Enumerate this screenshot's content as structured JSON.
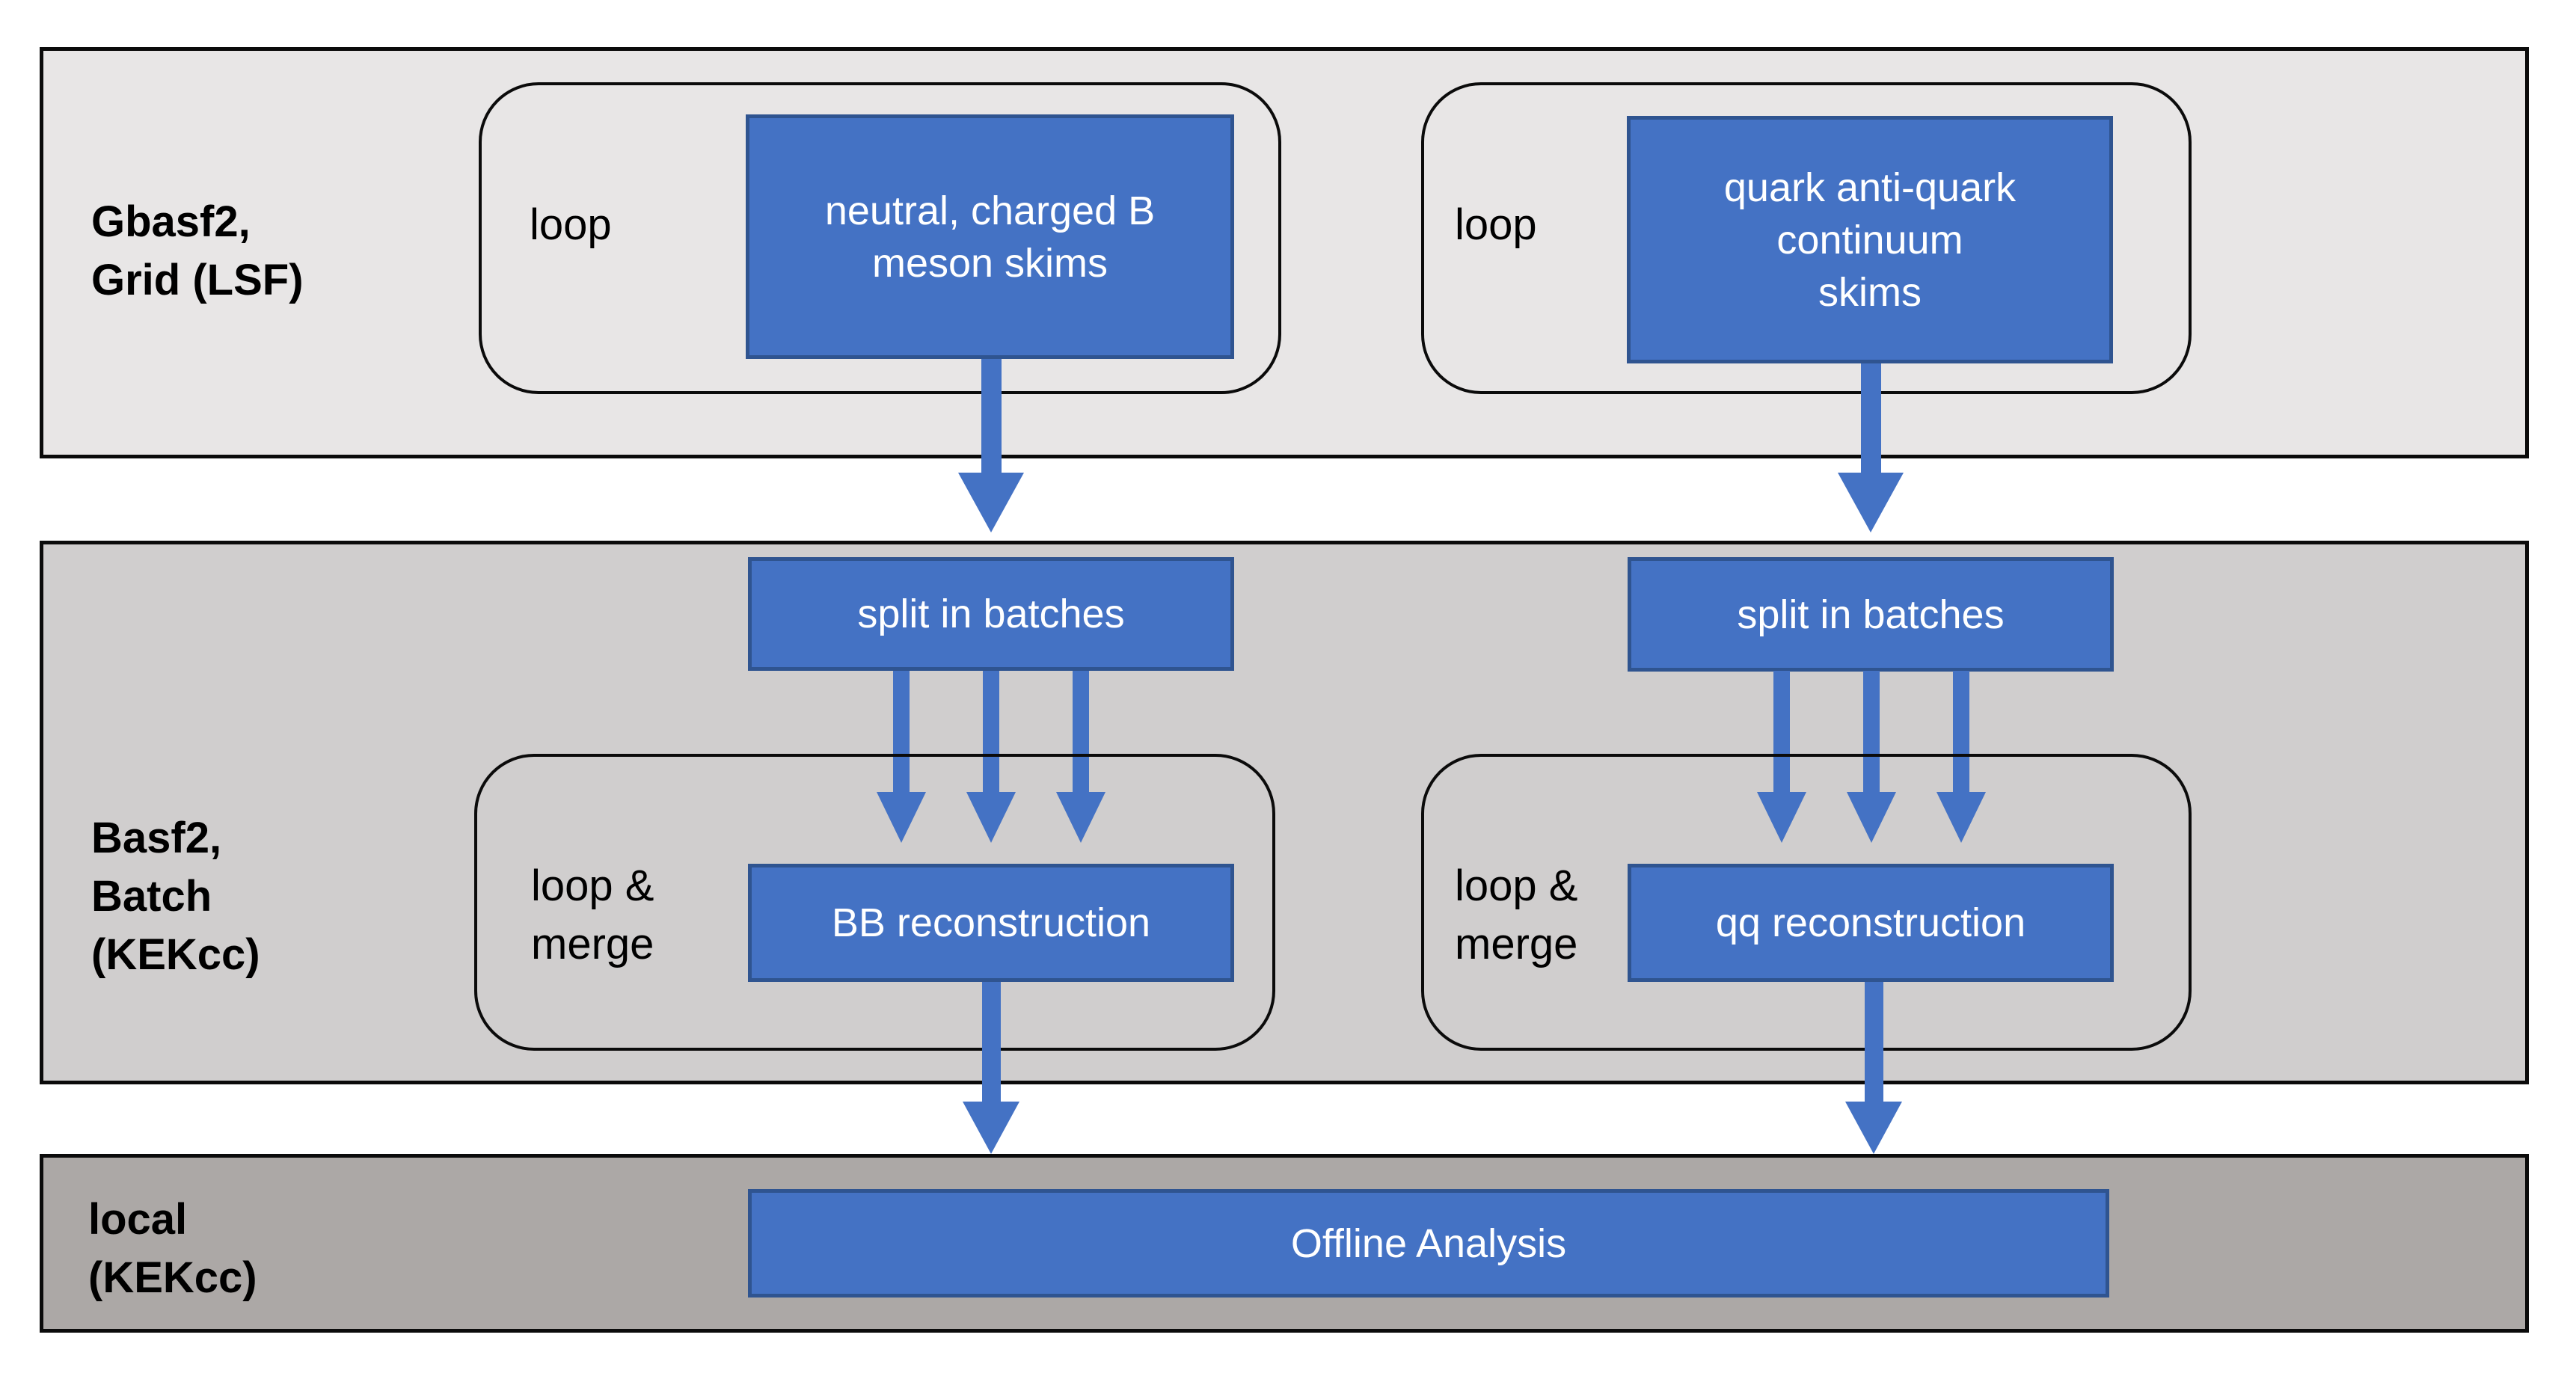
{
  "colors": {
    "box_fill": "#4472C4",
    "box_border": "#2F5490",
    "band_top_fill": "#E8E6E6",
    "band_middle_fill": "#D0CECE",
    "band_bottom_fill": "#ACA8A6",
    "band_border": "#0B0B0B",
    "arrow": "#4472C4",
    "text_dark": "#000000",
    "text_light": "#FFFFFF"
  },
  "bands": {
    "grid": {
      "label": "Gbasf2,\nGrid (LSF)"
    },
    "batch": {
      "label": "Basf2,\nBatch\n(KEKcc)"
    },
    "local": {
      "label": "local\n(KEKcc)"
    }
  },
  "grid_row": {
    "left": {
      "loop_label": "loop",
      "box_label": "neutral, charged B\nmeson skims"
    },
    "right": {
      "loop_label": "loop",
      "box_label": "quark anti-quark\ncontinuum\nskims"
    }
  },
  "batch_row": {
    "left": {
      "split_label": "split in batches",
      "loop_label": "loop &\nmerge",
      "recon_label": "BB reconstruction"
    },
    "right": {
      "split_label": "split in batches",
      "loop_label": "loop &\nmerge",
      "recon_label": "qq reconstruction"
    }
  },
  "local_row": {
    "box_label": "Offline Analysis"
  }
}
